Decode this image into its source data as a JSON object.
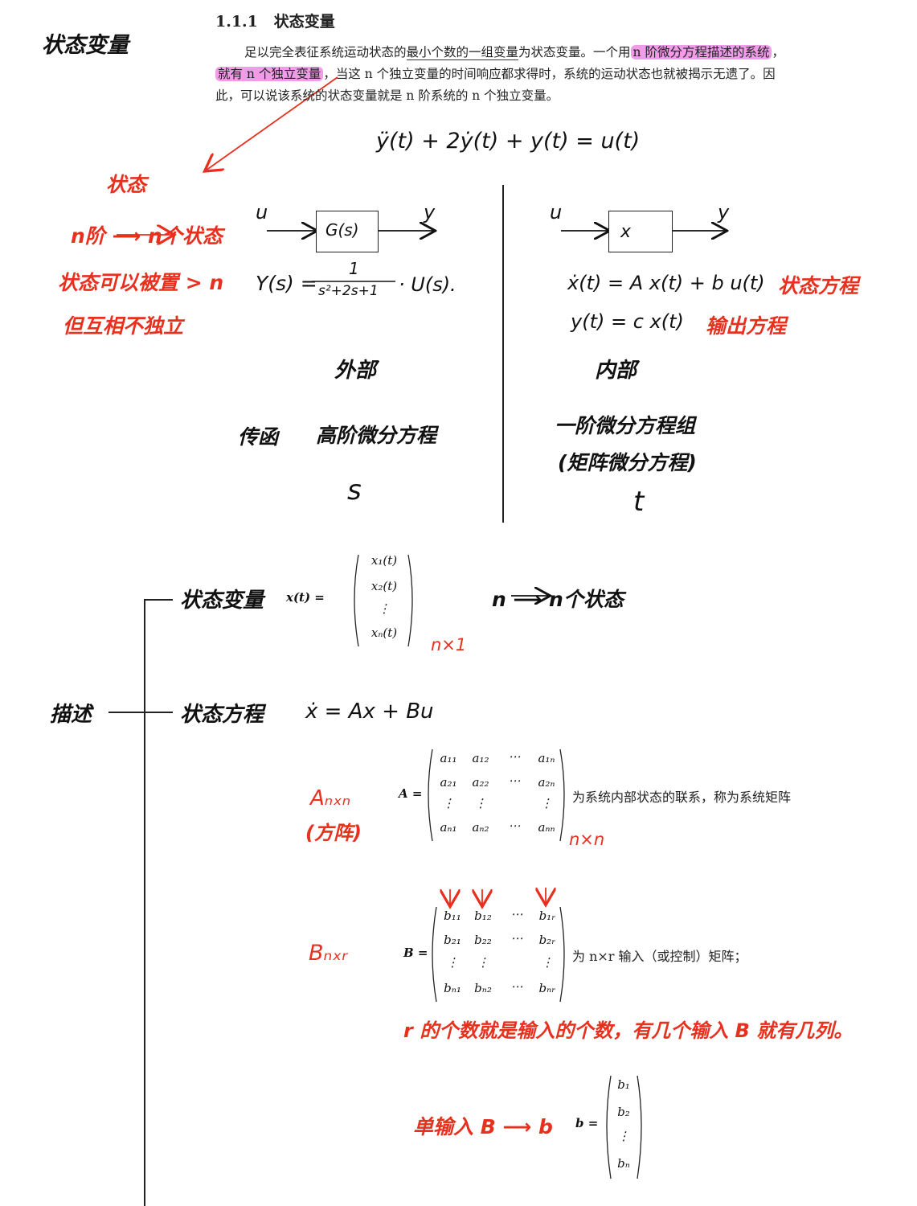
{
  "doc": {
    "section_number": "1.1.1",
    "section_title": "状态变量",
    "para": {
      "p1": "足以完全表征系统运动状态的",
      "p2": "最小个数的一组变量",
      "p3": "为状态变量。一个用",
      "p4": "n 阶微分方程描述的系统",
      "p5": "，",
      "p6": "就有 n 个独立变量",
      "p7": "，当这 n 个独立变量的时间响应都求得时，系统的运动状态也就被揭示无遗了。因此，可以说该系统的状态变量就是 n 阶系统的 n 个独立变量。"
    },
    "margin_title": "状态变量"
  },
  "notes": {
    "ode": "ÿ(t) + 2ẏ(t) + y(t) = u(t)",
    "state_label": "状态",
    "n_order": "n阶 ⟶ n个状态",
    "line3": "状态可以被置 > n",
    "line4": "但互相不独立",
    "left_in": "u",
    "left_block": "G(s)",
    "left_out": "y",
    "left_tf": "Y(s) =",
    "left_num": "1",
    "left_den": "s²+2s+1",
    "left_tail": "· U(s).",
    "left_outer": "外部",
    "left_desc1": "传函",
    "left_desc2": "高阶微分方程",
    "left_var": "s",
    "right_in": "u",
    "right_block": "x",
    "right_out": "y",
    "right_eq1": "ẋ(t) = A x(t) + b u(t)",
    "right_eq1_label": "状态方程",
    "right_eq2": "y(t) = c x(t)",
    "right_eq2_label": "输出方程",
    "right_inner": "内部",
    "right_desc1": "一阶微分方程组",
    "right_desc2": "(矩阵微分方程)",
    "right_var": "t"
  },
  "tree": {
    "root": "描述",
    "branch1": "状态变量",
    "branch2": "状态方程",
    "xt_label": "x(t) =",
    "xt_entries": [
      "x₁(t)",
      "x₂(t)",
      "⋮",
      "xₙ(t)"
    ],
    "xt_dim": "n×1",
    "n_states": "n ⟶ n个状态",
    "state_eq": "ẋ = Ax + Bu",
    "A_note1": "Aₙₓₙ",
    "A_note2": "(方阵)",
    "A_label": "A =",
    "A_rows": [
      [
        "a₁₁",
        "a₁₂",
        "⋯",
        "a₁ₙ"
      ],
      [
        "a₂₁",
        "a₂₂",
        "⋯",
        "a₂ₙ"
      ],
      [
        "⋮",
        "⋮",
        "",
        "⋮"
      ],
      [
        "aₙ₁",
        "aₙ₂",
        "⋯",
        "aₙₙ"
      ]
    ],
    "A_desc": "为系统内部状态的联系，称为系统矩阵",
    "A_dim": "n×n",
    "B_note": "Bₙₓᵣ",
    "B_label": "B =",
    "B_rows": [
      [
        "b₁₁",
        "b₁₂",
        "⋯",
        "b₁ᵣ"
      ],
      [
        "b₂₁",
        "b₂₂",
        "⋯",
        "b₂ᵣ"
      ],
      [
        "⋮",
        "⋮",
        "",
        "⋮"
      ],
      [
        "bₙ₁",
        "bₙ₂",
        "⋯",
        "bₙᵣ"
      ]
    ],
    "B_desc": "为 n×r 输入（或控制）矩阵；",
    "B_arrows": "↓  ↓    ↓",
    "r_note": "r 的个数就是输入的个数，有几个输入 B 就有几列。",
    "single_note": "单输入 B ⟶ b",
    "b_label": "b =",
    "b_entries": [
      "b₁",
      "b₂",
      "⋮",
      "bₙ"
    ]
  },
  "colors": {
    "highlight": "#f09ce8",
    "red_ink": "#e8301e",
    "ink": "#111111"
  }
}
